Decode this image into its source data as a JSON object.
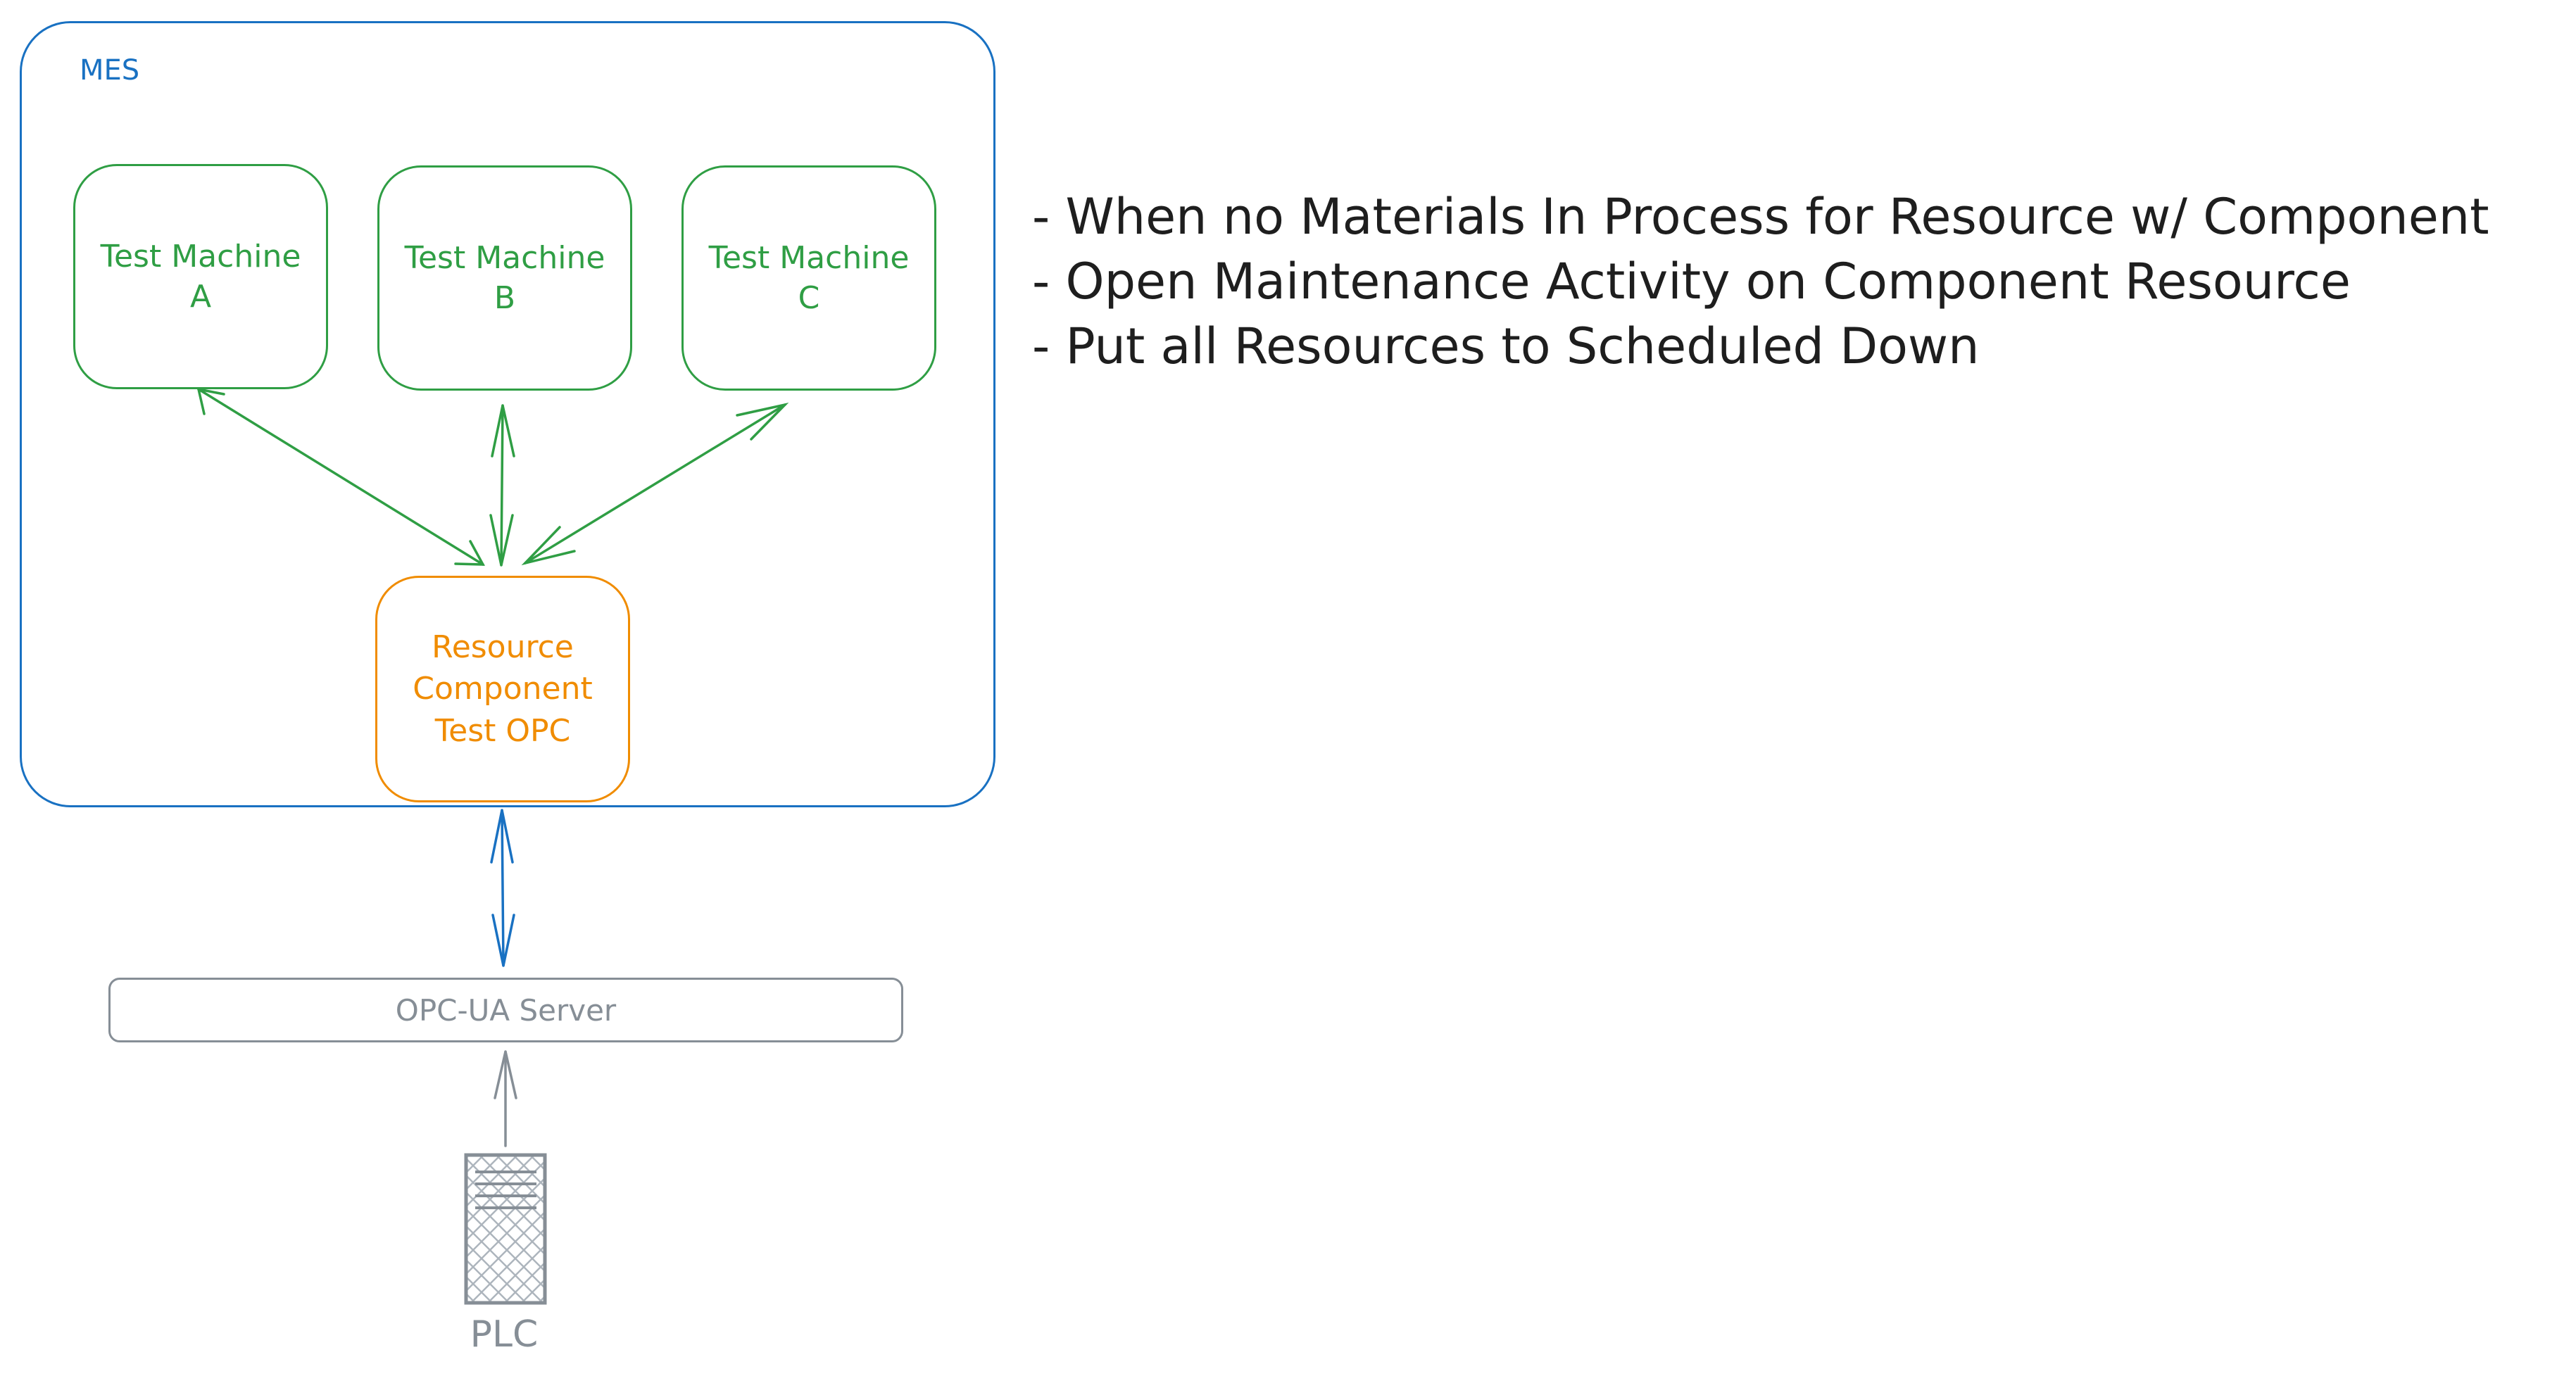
{
  "container": {
    "label": "MES"
  },
  "machines": [
    {
      "label": "Test Machine\nA"
    },
    {
      "label": "Test Machine\nB"
    },
    {
      "label": "Test Machine\nC"
    }
  ],
  "resource": {
    "label": "Resource\nComponent\nTest OPC"
  },
  "server": {
    "label": "OPC-UA Server"
  },
  "plc": {
    "label": "PLC"
  },
  "notes": [
    "- When no Materials In Process for Resource w/ Component",
    "- Open Maintenance Activity on Component Resource",
    "- Put all Resources to Scheduled Down"
  ],
  "colors": {
    "container": "#1971c2",
    "machine": "#2f9e44",
    "resource": "#f08c00",
    "server": "#868e96",
    "text": "#1e1e1e"
  }
}
